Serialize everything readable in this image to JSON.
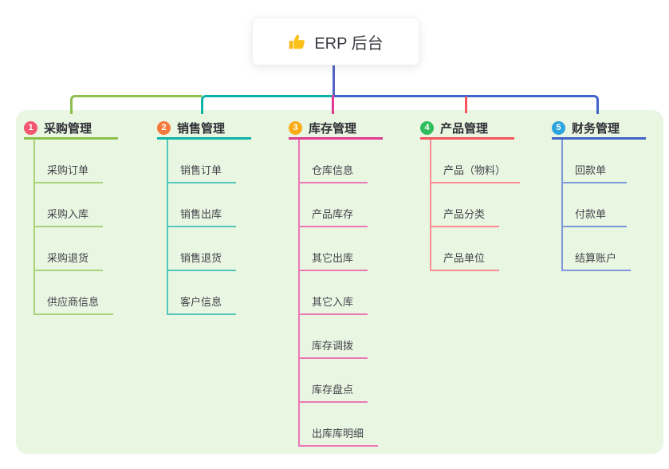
{
  "root": {
    "label": "ERP 后台",
    "icon": "thumbs-up-icon"
  },
  "colors": {
    "panel_bg": "#e9f6e2",
    "trunk": "#5364c4",
    "header_text": "#2f2f35",
    "item_text": "#43434a",
    "root_text": "#3a3a40"
  },
  "branches": [
    {
      "num": "1",
      "label": "采购管理",
      "line": "#8cbf4d",
      "line_light": "#a9d378",
      "badge": "#f25670",
      "children": [
        "采购订单",
        "采购入库",
        "采购退货",
        "供应商信息"
      ]
    },
    {
      "num": "2",
      "label": "销售管理",
      "line": "#0db3a5",
      "line_light": "#54c7bb",
      "badge": "#f67a3c",
      "children": [
        "销售订单",
        "销售出库",
        "销售退货",
        "客户信息"
      ]
    },
    {
      "num": "3",
      "label": "库存管理",
      "line": "#e23a92",
      "line_light": "#ec77b6",
      "badge": "#fbac14",
      "children": [
        "仓库信息",
        "产品库存",
        "其它出库",
        "其它入库",
        "库存调拨",
        "库存盘点",
        "出库库明细"
      ]
    },
    {
      "num": "4",
      "label": "产品管理",
      "line": "#f6555e",
      "line_light": "#f98e94",
      "badge": "#2fbc5d",
      "children": [
        "产品（物料）",
        "产品分类",
        "产品单位"
      ]
    },
    {
      "num": "5",
      "label": "财务管理",
      "line": "#4064c8",
      "line_light": "#7e97da",
      "badge": "#2ba4df",
      "children": [
        "回款单",
        "付款单",
        "结算账户"
      ]
    }
  ]
}
